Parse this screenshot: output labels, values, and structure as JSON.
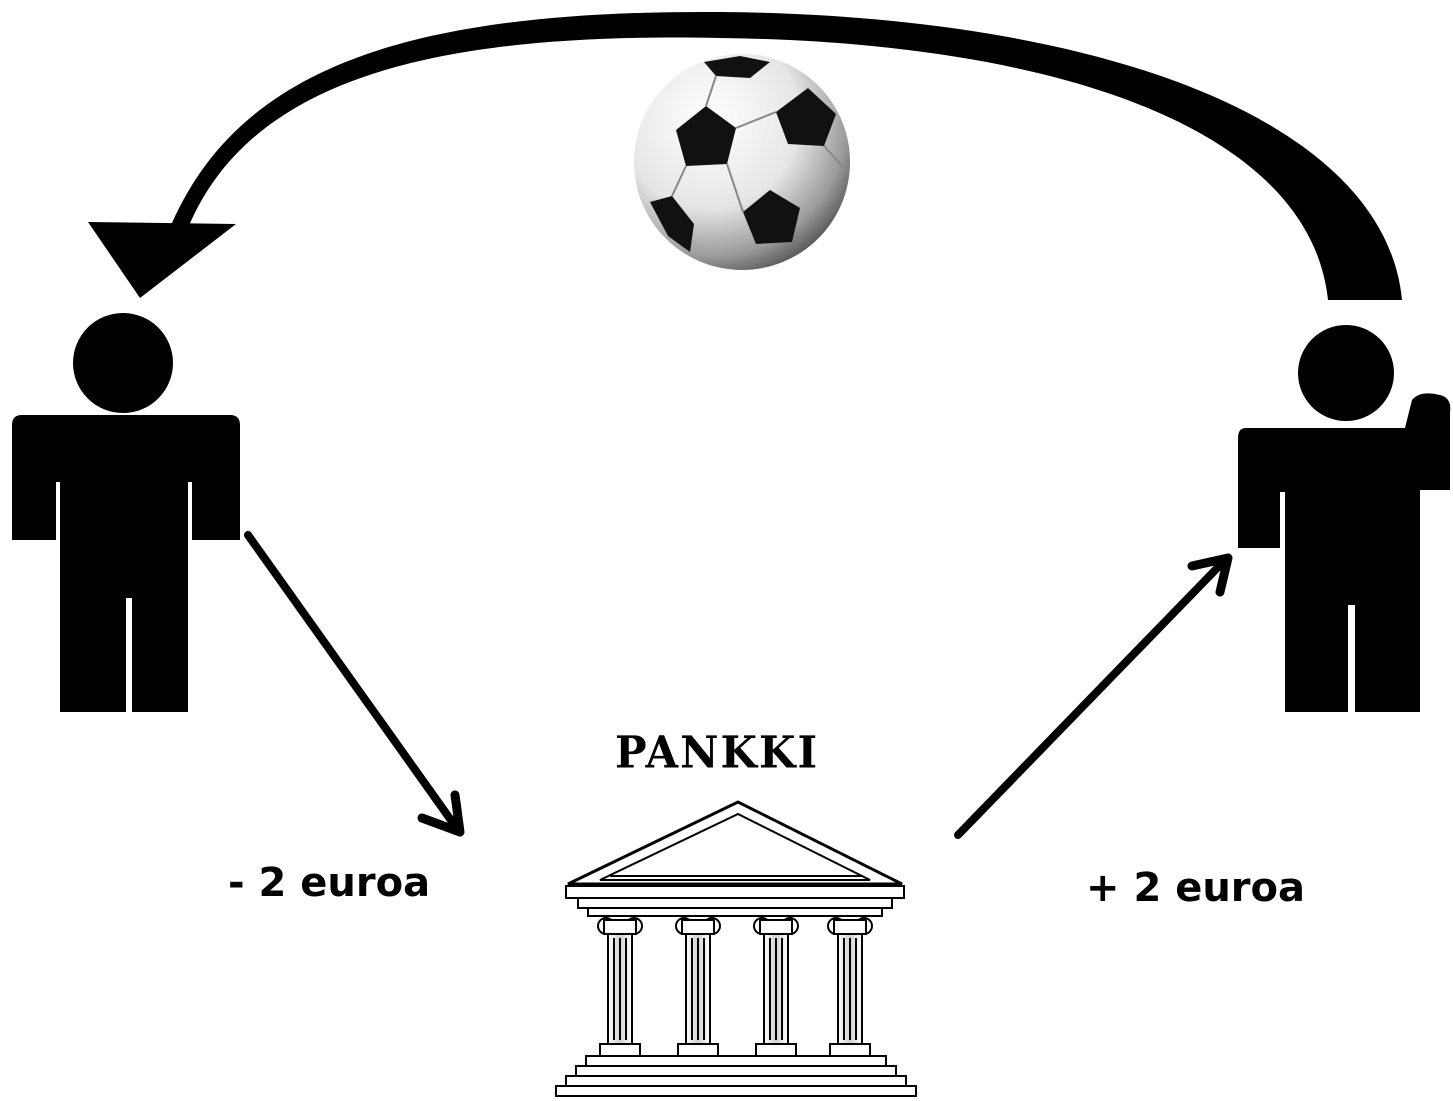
{
  "bank": {
    "label": "PANKKI"
  },
  "transfer": {
    "debit_label": "- 2 euroa",
    "credit_label": "+ 2 euroa"
  },
  "icons": {
    "payer": "person-icon",
    "payee": "person-raising-hand-icon",
    "goods": "soccer-ball-icon",
    "bank": "bank-building-icon"
  },
  "colors": {
    "ink": "#000000",
    "background": "#ffffff"
  }
}
